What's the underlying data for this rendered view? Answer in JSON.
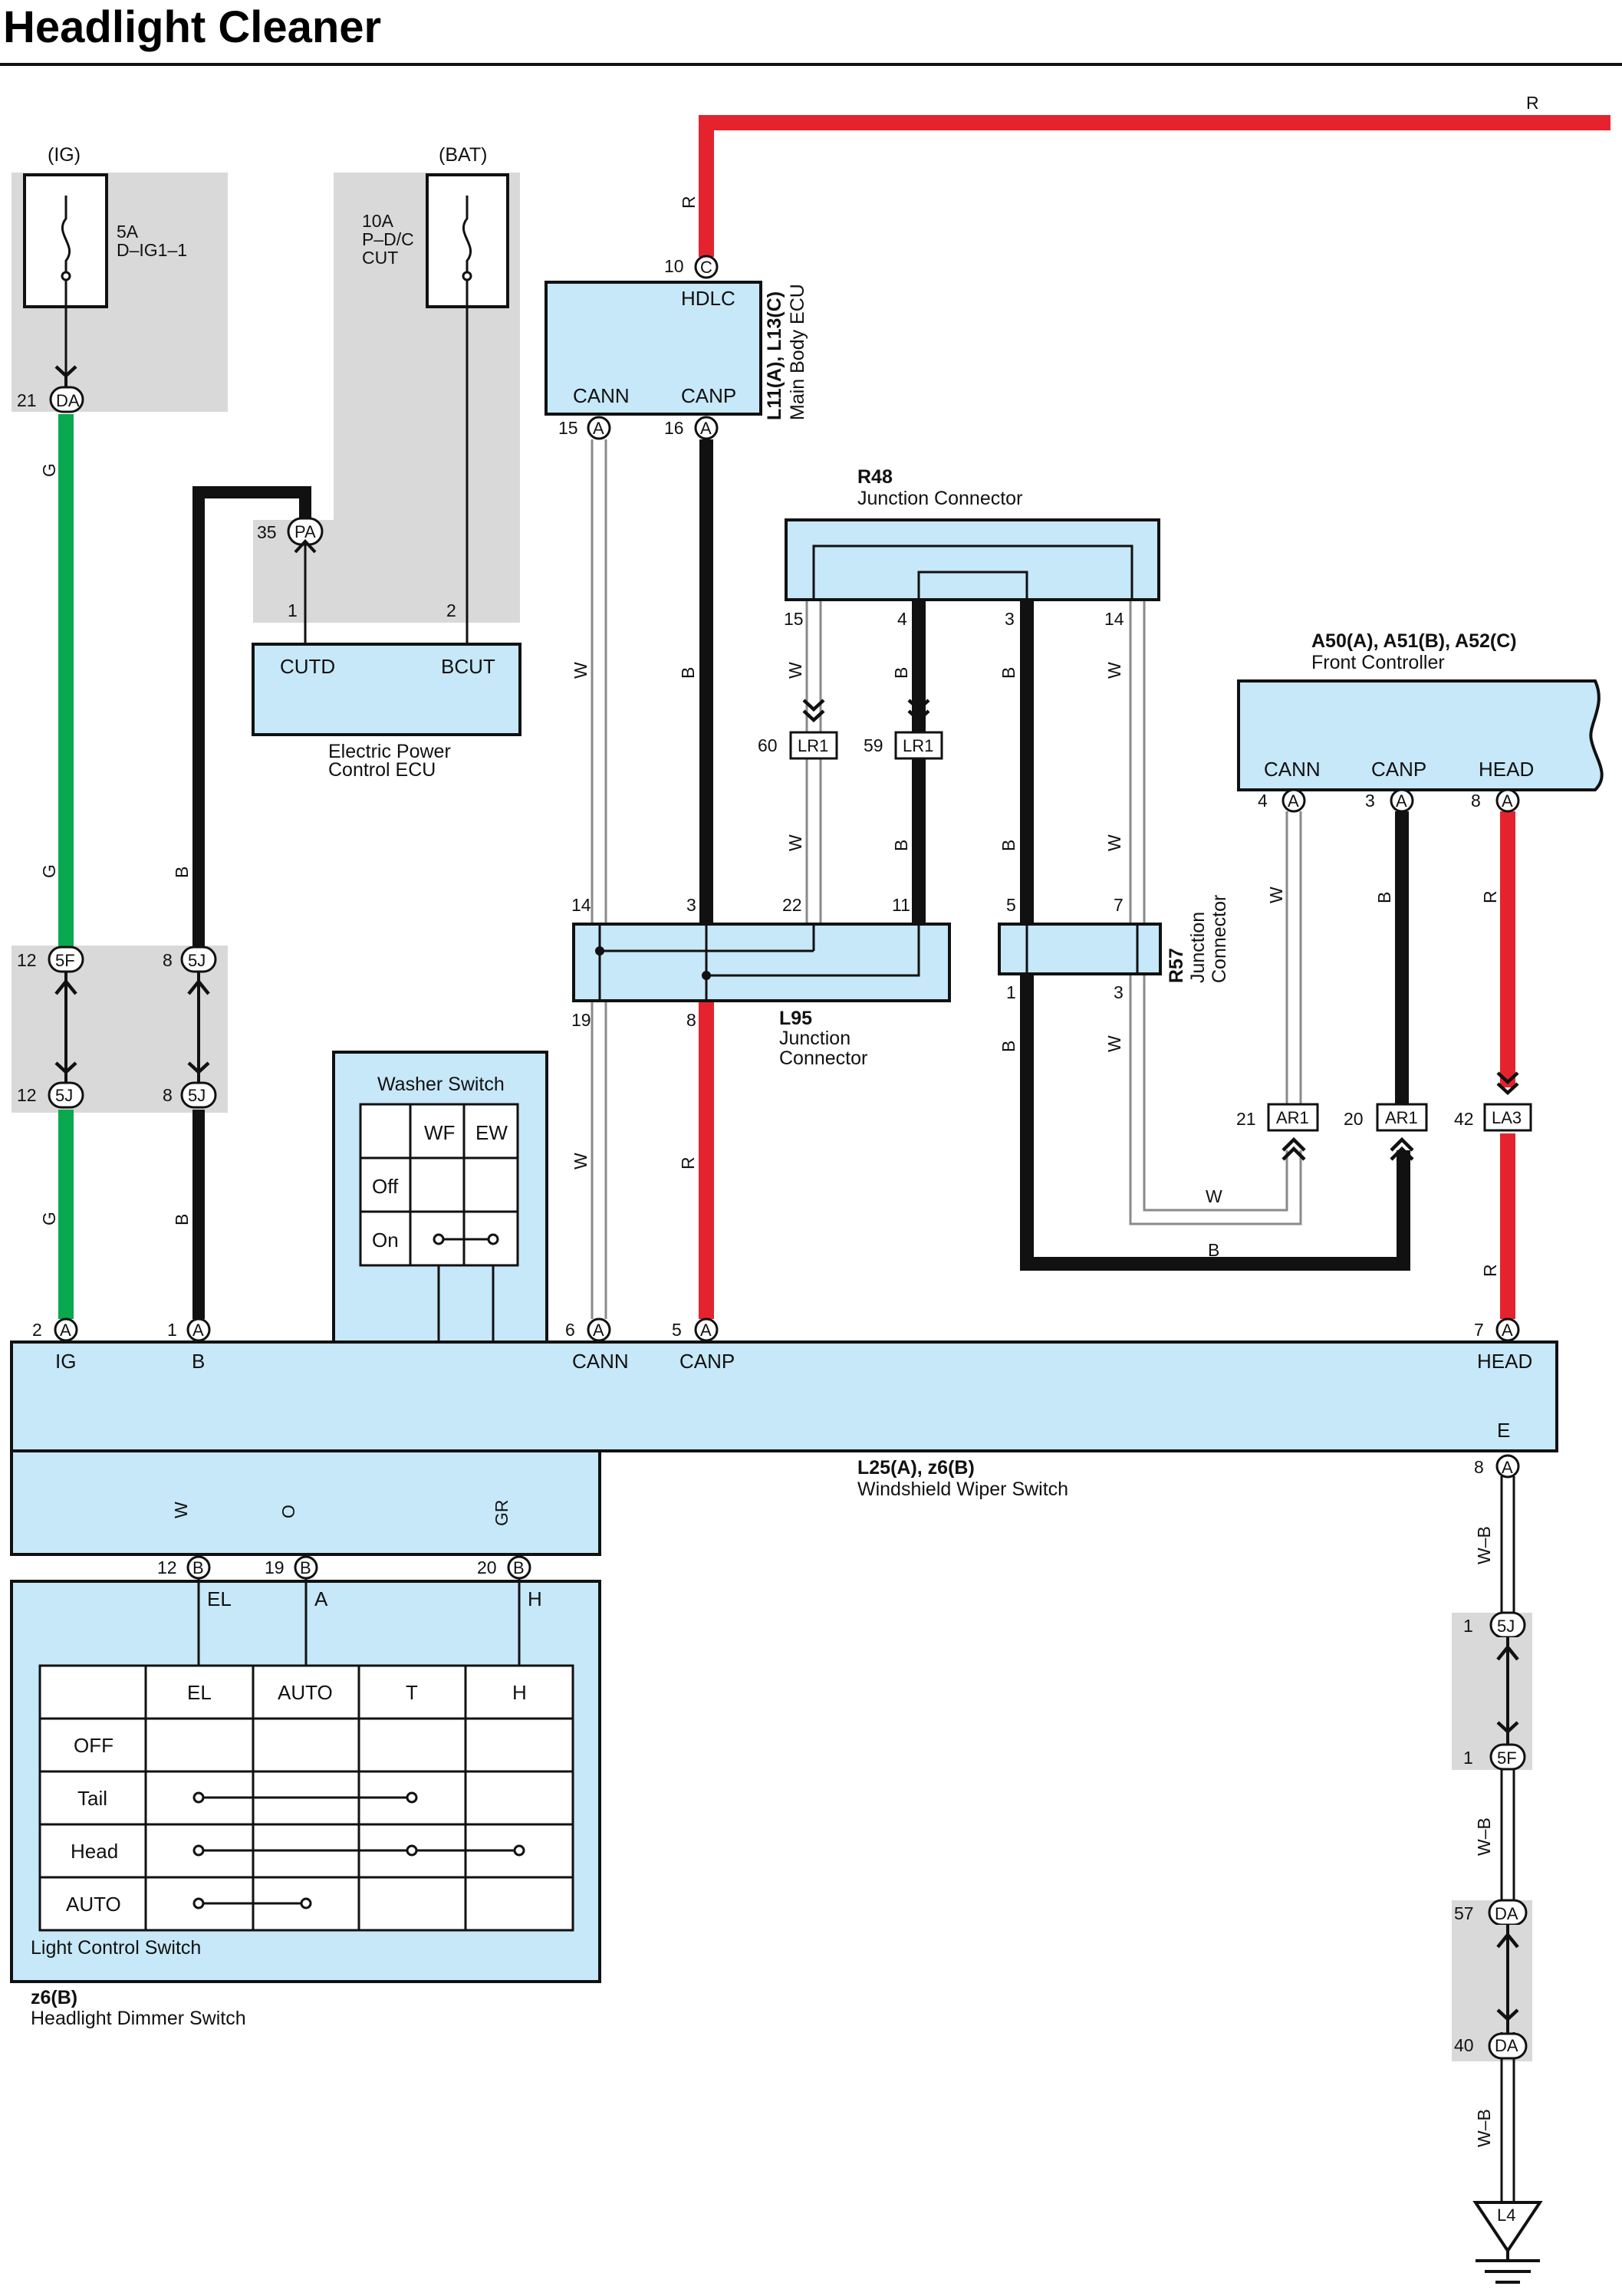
{
  "title": "Headlight Cleaner",
  "fuses": {
    "ig": {
      "source": "(IG)",
      "rating": "5A",
      "name": "D–IG1–1"
    },
    "bat": {
      "source": "(BAT)",
      "rating": "10A",
      "name_line1": "P–D/C",
      "name_line2": "CUT"
    }
  },
  "epc_ecu": {
    "name_line1": "Electric Power",
    "name_line2": "Control ECU",
    "term_cutd": "CUTD",
    "term_bcut": "BCUT",
    "pin_cutd": "1",
    "pin_bcut": "2",
    "conn_pin": "35",
    "conn_id": "PA"
  },
  "main_body_ecu": {
    "code": "L11(A), L13(C)",
    "name": "Main Body ECU",
    "term_hdlc": "HDLC",
    "term_cann": "CANN",
    "term_canp": "CANP",
    "pin_hdlc": "10",
    "pin_cann": "15",
    "pin_canp": "16",
    "conn_c": "C",
    "conn_a": "A"
  },
  "r48": {
    "code": "R48",
    "name": "Junction Connector",
    "pins": [
      "15",
      "4",
      "3",
      "14"
    ]
  },
  "lr1": {
    "id": "LR1",
    "pin_a": "60",
    "pin_b": "59"
  },
  "l95": {
    "code": "L95",
    "name_line1": "Junction",
    "name_line2": "Connector",
    "top_pins": [
      "14",
      "3",
      "22",
      "11"
    ],
    "bottom_pins": [
      "19",
      "8"
    ]
  },
  "r57": {
    "code": "R57",
    "name_line1": "Junction",
    "name_line2": "Connector",
    "top_pins": [
      "5",
      "7"
    ],
    "bottom_pins": [
      "1",
      "3"
    ]
  },
  "front_controller": {
    "code": "A50(A), A51(B), A52(C)",
    "name": "Front Controller",
    "term_cann": "CANN",
    "term_canp": "CANP",
    "term_head": "HEAD",
    "pin_cann": "4",
    "pin_canp": "3",
    "pin_head": "8",
    "conn": "A"
  },
  "ar1": {
    "id": "AR1",
    "pin_a": "21",
    "pin_b": "20"
  },
  "la3": {
    "id": "LA3",
    "pin": "42"
  },
  "junctions": {
    "fiveF": "5F",
    "fiveJ": "5J",
    "da": "DA",
    "pin_12": "12",
    "pin_8": "8",
    "pin_21": "21",
    "pin_1": "1",
    "pin_57": "57",
    "pin_40": "40"
  },
  "washer_switch": {
    "title": "Washer Switch",
    "col_wf": "WF",
    "col_ew": "EW",
    "row_off": "Off",
    "row_on": "On"
  },
  "wiper_switch": {
    "code": "L25(A), z6(B)",
    "name": "Windshield Wiper Switch",
    "term_ig": "IG",
    "term_b": "B",
    "term_cann": "CANN",
    "term_canp": "CANP",
    "term_head": "HEAD",
    "term_e": "E",
    "pin_ig": "2",
    "pin_b": "1",
    "pin_cann": "6",
    "pin_canp": "5",
    "pin_head": "7",
    "pin_e": "8",
    "conn_a": "A",
    "conn_b": "B"
  },
  "dimmer_switch": {
    "code": "z6(B)",
    "name": "Headlight Dimmer Switch",
    "inner_name": "Light Control Switch",
    "term_el": "EL",
    "term_a": "A",
    "term_h": "H",
    "pin_el": "12",
    "pin_a": "19",
    "pin_h": "20",
    "cols": [
      "EL",
      "AUTO",
      "T",
      "H"
    ],
    "rows": [
      "OFF",
      "Tail",
      "Head",
      "AUTO"
    ]
  },
  "ground": {
    "id": "L4"
  },
  "wire_colors": {
    "r": "R",
    "g": "G",
    "b": "B",
    "w": "W",
    "o": "O",
    "gr": "GR",
    "wb": "W–B"
  },
  "colors": {
    "red": "#e5232e",
    "green": "#0aa84f",
    "black": "#111111",
    "orange": "#f39a1f",
    "gray": "#9a9a9a",
    "ecu_fill": "#c6e8f9",
    "shade": "#d9d9d9"
  }
}
